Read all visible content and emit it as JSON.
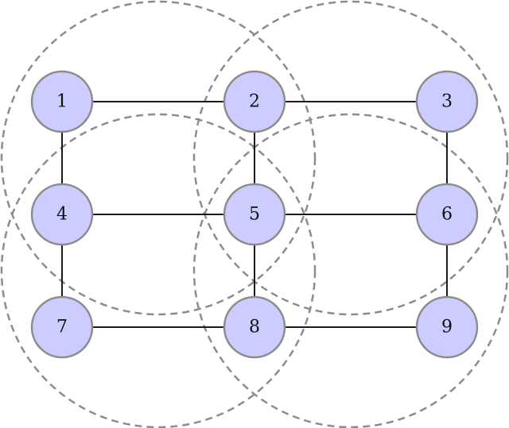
{
  "colors": {
    "node_fill": "#ccccff",
    "node_stroke": "#8c8c8c",
    "edge": "#1a1a1a",
    "region": "#8c8c8c"
  },
  "nodes": [
    {
      "id": "1",
      "label": "1"
    },
    {
      "id": "2",
      "label": "2"
    },
    {
      "id": "3",
      "label": "3"
    },
    {
      "id": "4",
      "label": "4"
    },
    {
      "id": "5",
      "label": "5"
    },
    {
      "id": "6",
      "label": "6"
    },
    {
      "id": "7",
      "label": "7"
    },
    {
      "id": "8",
      "label": "8"
    },
    {
      "id": "9",
      "label": "9"
    }
  ],
  "edges": [
    [
      "1",
      "2"
    ],
    [
      "2",
      "3"
    ],
    [
      "4",
      "5"
    ],
    [
      "5",
      "6"
    ],
    [
      "7",
      "8"
    ],
    [
      "8",
      "9"
    ],
    [
      "1",
      "4"
    ],
    [
      "4",
      "7"
    ],
    [
      "2",
      "5"
    ],
    [
      "5",
      "8"
    ],
    [
      "3",
      "6"
    ],
    [
      "6",
      "9"
    ]
  ],
  "groups": [
    {
      "id": "top-left",
      "members": [
        "1",
        "2",
        "4",
        "5"
      ]
    },
    {
      "id": "top-right",
      "members": [
        "2",
        "3",
        "5",
        "6"
      ]
    },
    {
      "id": "bottom-left",
      "members": [
        "4",
        "5",
        "7",
        "8"
      ]
    },
    {
      "id": "bottom-right",
      "members": [
        "5",
        "6",
        "8",
        "9"
      ]
    }
  ]
}
